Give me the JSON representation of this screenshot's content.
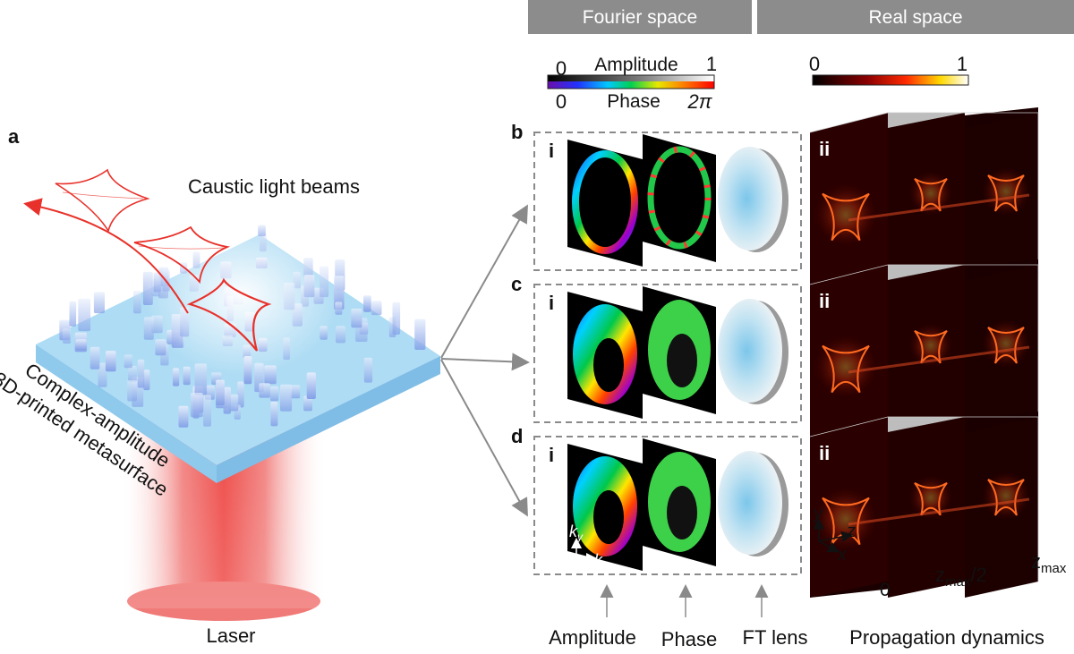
{
  "headers": {
    "fourier": "Fourier space",
    "real": "Real space"
  },
  "colorbars": {
    "amplitude": {
      "label": "Amplitude",
      "min": "0",
      "max": "1"
    },
    "phase": {
      "label": "Phase",
      "min": "0",
      "max": "2π"
    },
    "intensity": {
      "min": "0",
      "max": "1"
    }
  },
  "panel_a": {
    "letter": "a",
    "beams_label": "Caustic light beams",
    "metasurface_label_1": "Complex-amplitude",
    "metasurface_label_2": "3D-printed metasurface",
    "laser_label": "Laser"
  },
  "rows": [
    {
      "letter": "b",
      "sub_fourier": "i",
      "sub_real": "ii"
    },
    {
      "letter": "c",
      "sub_fourier": "i",
      "sub_real": "ii"
    },
    {
      "letter": "d",
      "sub_fourier": "i",
      "sub_real": "ii"
    }
  ],
  "axes": {
    "ky": "k",
    "ky_sub": "y",
    "kx": "k",
    "kx_sub": "x",
    "y": "y",
    "z": "z",
    "x": "x"
  },
  "z_ticks": {
    "zero": "0",
    "half": "z",
    "half_sub": "max",
    "half_suffix": "/2",
    "max": "z",
    "max_sub": "max"
  },
  "bottom_labels": {
    "amplitude": "Amplitude",
    "phase": "Phase",
    "lens": "FT lens",
    "propagation": "Propagation dynamics"
  },
  "colors": {
    "beam_red": "#e8312a",
    "glass_blue": "#a9d8f2",
    "laser_red": "#ef5350",
    "header_gray": "#8c8c8c"
  }
}
